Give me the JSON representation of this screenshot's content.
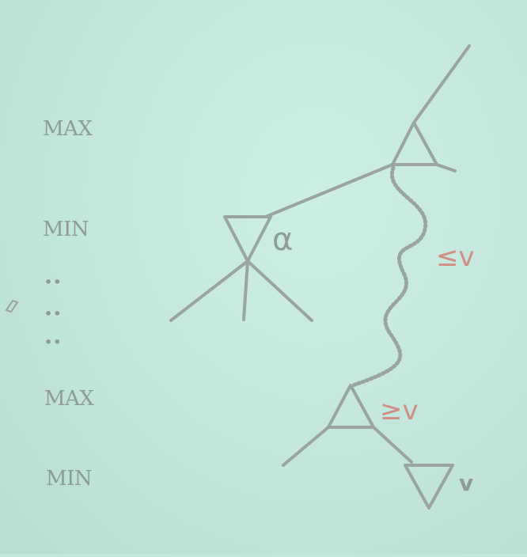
{
  "levels": {
    "max_top": "MAX",
    "min_top": "MIN",
    "dots_1": "••",
    "dots_2": "••",
    "dots_3": "••",
    "max_bottom": "MAX",
    "min_bottom": "MIN"
  },
  "annotations": {
    "alpha": "α",
    "upper_bound": "≤v",
    "lower_bound": "≥v",
    "leaf_value": "v"
  },
  "colors": {
    "background": "#c3e6dd",
    "ink": "#9aa5a2",
    "bound_ink": "#cf8f85"
  }
}
